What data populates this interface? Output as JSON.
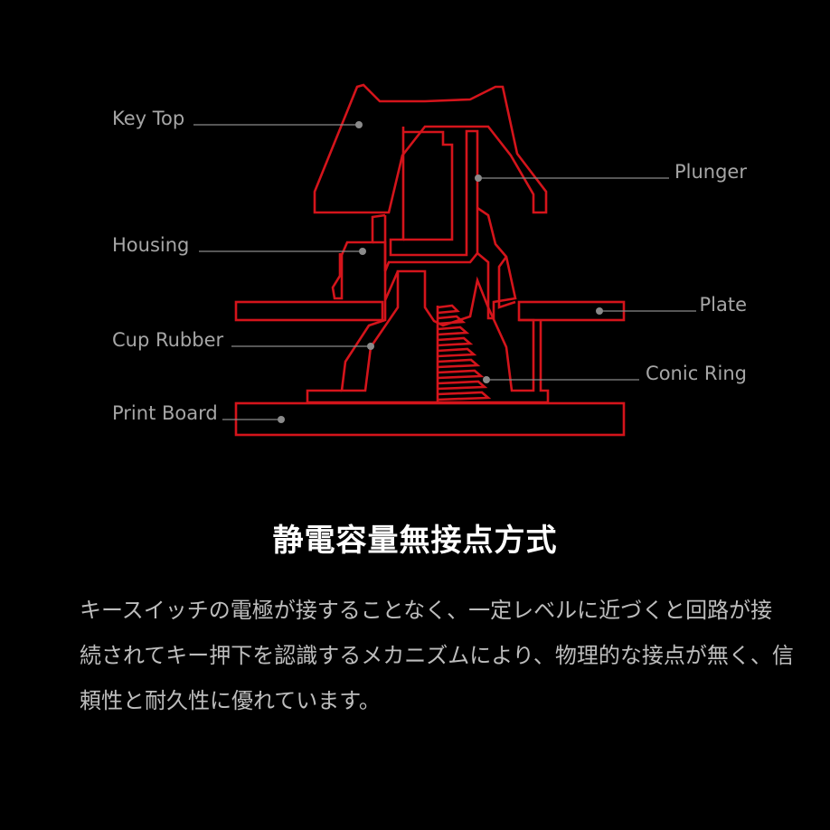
{
  "diagram": {
    "labels": {
      "key_top": "Key Top",
      "plunger": "Plunger",
      "housing": "Housing",
      "plate": "Plate",
      "cup_rubber": "Cup Rubber",
      "conic_ring": "Conic Ring",
      "print_board": "Print Board"
    },
    "colors": {
      "outline": "#d4141b",
      "leader": "#8a8a8a",
      "label": "#a6a6a6"
    }
  },
  "heading": "静電容量無接点方式",
  "description": "キースイッチの電極が接することなく、一定レベルに近づくと回路が接続されてキー押下を認識するメカニズムにより、物理的な接点が無く、信頼性と耐久性に優れています。"
}
